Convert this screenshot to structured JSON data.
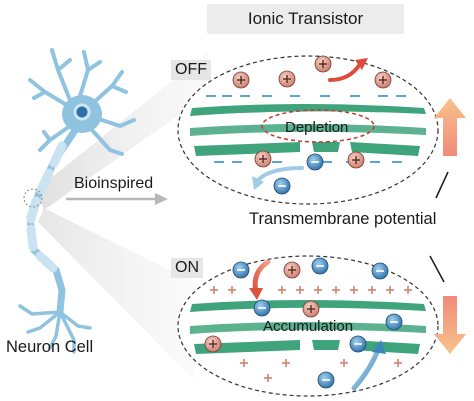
{
  "title": "Ionic Transistor",
  "off_label": "OFF",
  "on_label": "ON",
  "arrow_label": "Bioinspired",
  "potential_label": "Transmembrane potential",
  "neuron_label": "Neuron Cell",
  "off_state": "Depletion",
  "on_state": "Accumulation",
  "ion_symbols": {
    "cation": "+",
    "anion": "−"
  },
  "colors": {
    "cation": "#d08c7e",
    "anion": "#3d86bd",
    "membrane": "#3fa37c",
    "neuron": "#8fc3df",
    "arrow_up": "#f3b27a",
    "arrow_down": "#ef9a7a"
  }
}
